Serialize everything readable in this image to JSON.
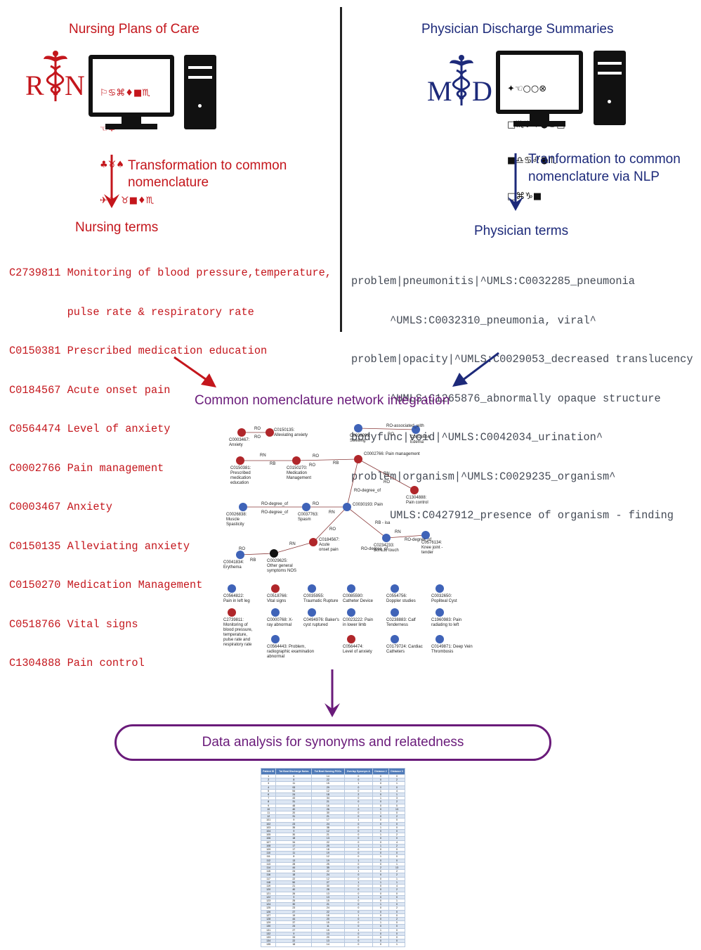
{
  "left_panel": {
    "heading": "Nursing Plans of Care",
    "logo_letters": [
      "R",
      "N"
    ],
    "screen_glyphs": [
      "⚐♋⌘♦■♏",
      "☜✡",
      "♣♉♠",
      "✈❄  ♉■♦♏"
    ],
    "transform_label": [
      "Transformation to common",
      "nomenclature"
    ],
    "terms_heading": "Nursing terms",
    "terms": [
      "C2739811 Monitoring of blood pressure,temperature,",
      "         pulse rate & respiratory rate",
      "C0150381 Prescribed medication education",
      "C0184567 Acute onset pain",
      "C0564474 Level of anxiety",
      "C0002766 Pain management",
      "C0003467 Anxiety",
      "C0150135 Alleviating anxiety",
      "C0150270 Medication Management",
      "C0518766 Vital signs",
      "C1304888 Pain control"
    ]
  },
  "right_panel": {
    "heading": "Physician Discharge Summaries",
    "logo_letters": [
      "M",
      "D"
    ],
    "screen_glyphs": [
      "✦☜○○⊗",
      "□♏♑♦●♋□",
      "■♎♋♌●♏",
      "□⌘♑■"
    ],
    "transform_label": [
      "Tranformation to common",
      "nomenclature via NLP"
    ],
    "terms_heading": "Physician terms",
    "terms": [
      "problem|pneumonitis|^UMLS:C0032285_pneumonia",
      "      ^UMLS:C0032310_pneumonia, viral^",
      "problem|opacity|^UMLS:C0029053_decreased translucency",
      "      ^UMLS:C1265876_abnormally opaque structure",
      "bodyfunc|void|^UMLS:C0042034_urination^",
      "problem|organism|^UMLS:C0029235_organism^",
      "      UMLS:C0427912_presence of organism - finding"
    ]
  },
  "integration_heading": "Common nomenclature network integration",
  "network": {
    "nodes": [
      {
        "label": "C0003467:\nAnxiety",
        "color": "#b0262a"
      },
      {
        "label": "C0150135:\nAlleviating anxiety",
        "color": "#b0262a"
      },
      {
        "label": "C0038999:\nSwelling",
        "color": "#3f63b8"
      },
      {
        "label": "C0013604:\nEdema",
        "color": "#3f63b8"
      },
      {
        "label": "C0150381:\nPrescribed\nmedication\neducation",
        "color": "#b0262a"
      },
      {
        "label": "C0150270:\nMedication\nManagement",
        "color": "#b0262a"
      },
      {
        "label": "C0002766: Pain management",
        "color": "#b0262a"
      },
      {
        "label": "C1304888:\nPain control",
        "color": "#b0262a"
      },
      {
        "label": "C0026838:\nMuscle\nSpasticity",
        "color": "#3f63b8"
      },
      {
        "label": "C0037763:\nSpasm",
        "color": "#3f63b8"
      },
      {
        "label": "C0030193: Pain",
        "color": "#3f63b8"
      },
      {
        "label": "C0234233:\nSore to touch",
        "color": "#3f63b8"
      },
      {
        "label": "C0576134:\nKnee joint -\ntender",
        "color": "#3f63b8"
      },
      {
        "label": "C0184567:\nAcute\nonset pain",
        "color": "#b0262a"
      },
      {
        "label": "C0041834:\nErythema",
        "color": "#3f63b8"
      },
      {
        "label": "C0029625:\nOther general\nsymptoms NOS",
        "color": "#111111"
      }
    ],
    "edge_labels": [
      "RO",
      "RO",
      "RO-associated_with",
      "RO",
      "RN",
      "RB",
      "RO",
      "RO",
      "RB",
      "RN",
      "RO",
      "RO-degree_of",
      "RO-degree_of",
      "RO-degree_of",
      "RO",
      "RN",
      "RO",
      "RO-degree_of",
      "RB - isa",
      "RN",
      "RO-degree_of",
      "RO",
      "RB",
      "RN"
    ],
    "isolated": [
      {
        "label": "C0564822:\nPain in left leg",
        "color": "#3f63b8"
      },
      {
        "label": "C0518766:\nVital signs",
        "color": "#b0262a"
      },
      {
        "label": "C0035955:\nTraumatic Rupture",
        "color": "#3f63b8"
      },
      {
        "label": "C0085590:\nCatheter Device",
        "color": "#3f63b8"
      },
      {
        "label": "C0554756:\nDoppler studies",
        "color": "#3f63b8"
      },
      {
        "label": "C0032650:\nPopliteal Cyst",
        "color": "#3f63b8"
      },
      {
        "label": "C2739811:\nMonitoring of\nblood pressure,\ntemperature,\npulse rate and\nrespiratory rate",
        "color": "#b0262a"
      },
      {
        "label": "C0000768: X-\nray abnormal",
        "color": "#3f63b8"
      },
      {
        "label": "C0494976: Baker's\ncyst ruptured",
        "color": "#3f63b8"
      },
      {
        "label": "C0023222: Pain\nin lower limb",
        "color": "#3f63b8"
      },
      {
        "label": "C0238883: Calf\nTenderness",
        "color": "#3f63b8"
      },
      {
        "label": "C1960983: Pain\nradiating to left",
        "color": "#3f63b8"
      },
      {
        "label": "C0564443: Problem,\nradiographic examination\nabnormal",
        "color": "#3f63b8"
      },
      {
        "label": "C0564474:\nLevel of anxiety",
        "color": "#b0262a"
      },
      {
        "label": "C0179724: Cardiac\nCatheters",
        "color": "#3f63b8"
      },
      {
        "label": "C0149871: Deep Vein\nThrombosis",
        "color": "#3f63b8"
      }
    ]
  },
  "analysis_label": "Data analysis for synonyms and relatedness",
  "table": {
    "headers": [
      "Patient ID",
      "Tot Beat Discharge Notes",
      "Tot Beat Nursing POCs",
      "Overlap Synonym A",
      "Distance 2",
      "Distance 3"
    ],
    "rows": [
      [
        "1",
        "6",
        "14",
        "0",
        "0",
        "0"
      ],
      [
        "2",
        "8",
        "22",
        "0",
        "0",
        "2"
      ],
      [
        "3",
        "11",
        "15",
        "1",
        "0",
        "1"
      ],
      [
        "4",
        "93",
        "29",
        "0",
        "0",
        "0"
      ],
      [
        "5",
        "54",
        "12",
        "0",
        "1",
        "4"
      ],
      [
        "6",
        "24",
        "18",
        "2",
        "0",
        "1"
      ],
      [
        "7",
        "43",
        "34",
        "0",
        "1",
        "3"
      ],
      [
        "8",
        "31",
        "21",
        "0",
        "0",
        "2"
      ],
      [
        "9",
        "48",
        "16",
        "1",
        "0",
        "0"
      ],
      [
        "10",
        "40",
        "26",
        "0",
        "0",
        "13"
      ],
      [
        "11",
        "20",
        "30",
        "0",
        "1",
        "0"
      ],
      [
        "12",
        "31",
        "21",
        "0",
        "0",
        "2"
      ],
      [
        "101",
        "9",
        "17",
        "1",
        "0",
        "0"
      ],
      [
        "102",
        "23",
        "24",
        "0",
        "0",
        "0"
      ],
      [
        "103",
        "35",
        "38",
        "0",
        "1",
        "0"
      ],
      [
        "104",
        "9",
        "12",
        "0",
        "0",
        "0"
      ],
      [
        "105",
        "30",
        "21",
        "0",
        "1",
        "2"
      ],
      [
        "106",
        "18",
        "13",
        "0",
        "0",
        "0"
      ],
      [
        "107",
        "34",
        "22",
        "0",
        "0",
        "4"
      ],
      [
        "108",
        "17",
        "25",
        "1",
        "1",
        "2"
      ],
      [
        "109",
        "17",
        "18",
        "0",
        "0",
        "0"
      ],
      [
        "110",
        "11",
        "19",
        "0",
        "0",
        "0"
      ],
      [
        "111",
        "8",
        "12",
        "0",
        "1",
        "0"
      ],
      [
        "112",
        "13",
        "19",
        "1",
        "0",
        "0"
      ],
      [
        "113",
        "28",
        "25",
        "0",
        "0",
        "1"
      ],
      [
        "114",
        "44",
        "35",
        "0",
        "2",
        "13"
      ],
      [
        "115",
        "24",
        "22",
        "1",
        "0",
        "2"
      ],
      [
        "116",
        "18",
        "24",
        "0",
        "0",
        "2"
      ],
      [
        "117",
        "22",
        "12",
        "0",
        "0",
        "1"
      ],
      [
        "118",
        "50",
        "27",
        "1",
        "1",
        "1"
      ],
      [
        "119",
        "21",
        "30",
        "0",
        "0",
        "4"
      ],
      [
        "120",
        "40",
        "28",
        "0",
        "0",
        "2"
      ],
      [
        "121",
        "26",
        "13",
        "0",
        "0",
        "0"
      ],
      [
        "122",
        "9",
        "13",
        "1",
        "0",
        "0"
      ],
      [
        "123",
        "25",
        "15",
        "0",
        "0",
        "1"
      ],
      [
        "124",
        "30",
        "21",
        "0",
        "1",
        "0"
      ],
      [
        "125",
        "23",
        "24",
        "0",
        "0",
        "2"
      ],
      [
        "126",
        "27",
        "22",
        "0",
        "0",
        "0"
      ],
      [
        "127",
        "19",
        "18",
        "1",
        "0",
        "0"
      ],
      [
        "128",
        "44",
        "20",
        "0",
        "0",
        "2"
      ],
      [
        "129",
        "37",
        "15",
        "0",
        "1",
        "0"
      ],
      [
        "130",
        "24",
        "11",
        "0",
        "0",
        "0"
      ],
      [
        "131",
        "27",
        "15",
        "1",
        "1",
        "0"
      ],
      [
        "132",
        "9",
        "13",
        "0",
        "0",
        "0"
      ],
      [
        "133",
        "33",
        "20",
        "0",
        "0",
        "0"
      ],
      [
        "134",
        "22",
        "13",
        "0",
        "0",
        "0"
      ],
      [
        "135",
        "18",
        "14",
        "0",
        "0",
        "1"
      ]
    ]
  },
  "colors": {
    "nursing": "#c4161c",
    "physician": "#1d2a7a",
    "integration": "#6a1b7a"
  }
}
